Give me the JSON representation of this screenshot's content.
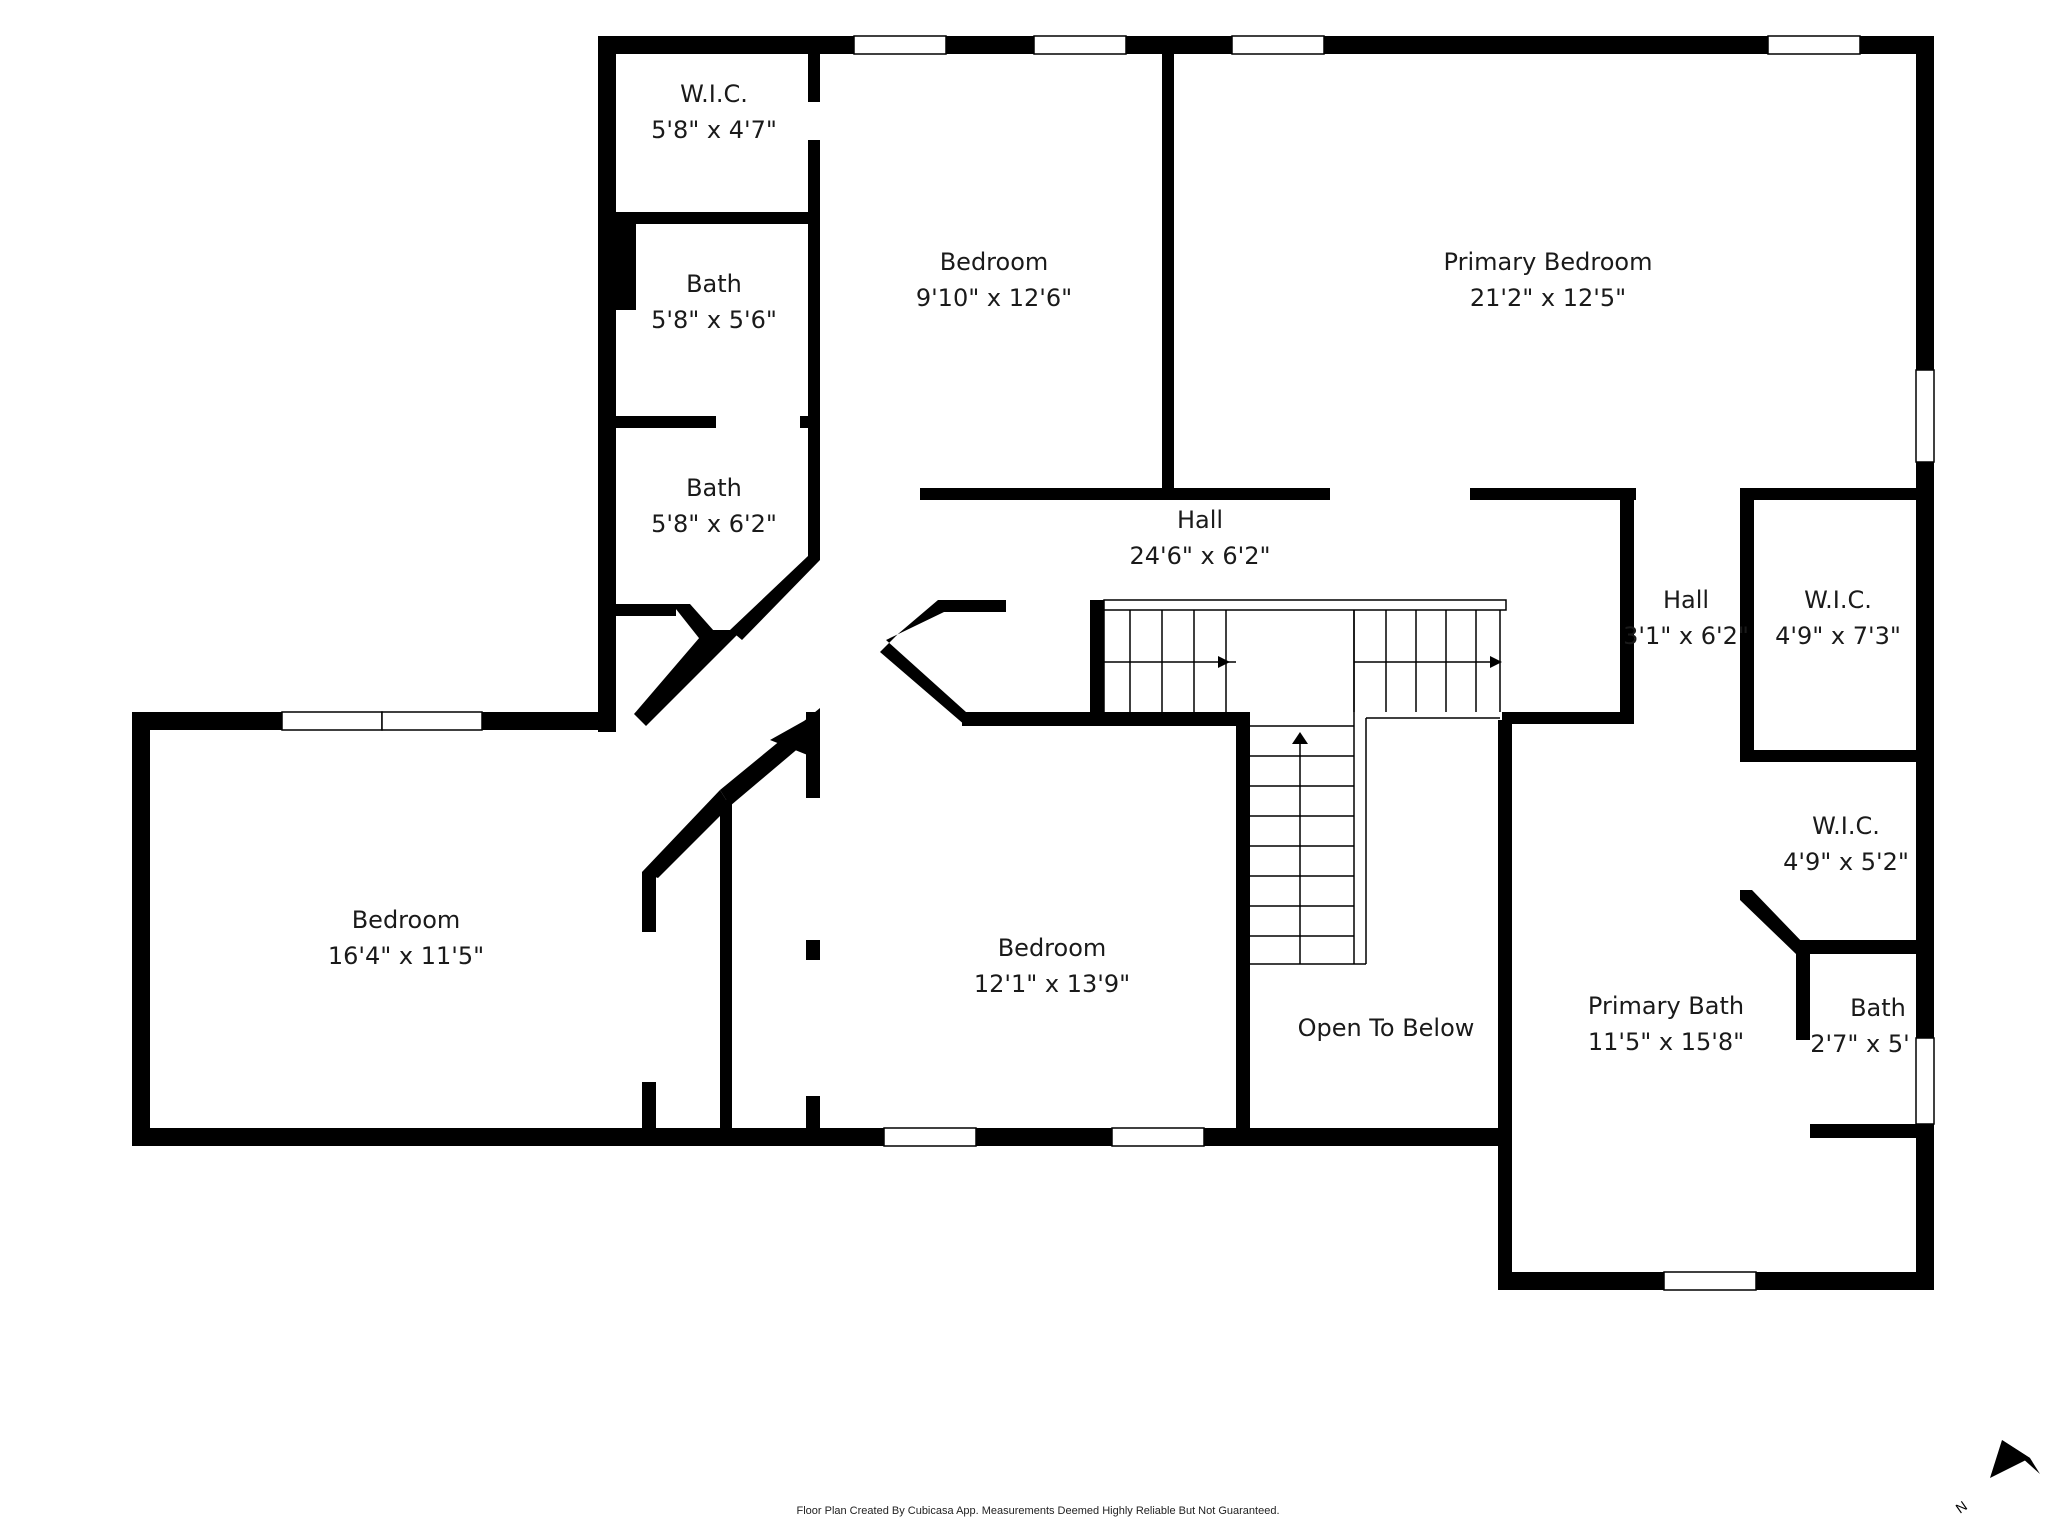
{
  "rooms": [
    {
      "name": "W.I.C.",
      "size": "5'8\" x 4'7\""
    },
    {
      "name": "Bath",
      "size": "5'8\" x 5'6\""
    },
    {
      "name": "Bath",
      "size": "5'8\" x 6'2\""
    },
    {
      "name": "Bedroom",
      "size": "9'10\" x 12'6\""
    },
    {
      "name": "Primary Bedroom",
      "size": "21'2\" x 12'5\""
    },
    {
      "name": "Hall",
      "size": "24'6\" x 6'2\""
    },
    {
      "name": "Hall",
      "size": "3'1\" x 6'2\""
    },
    {
      "name": "W.I.C.",
      "size": "4'9\" x 7'3\""
    },
    {
      "name": "W.I.C.",
      "size": "4'9\" x 5'2\""
    },
    {
      "name": "Bedroom",
      "size": "16'4\" x 11'5\""
    },
    {
      "name": "Bedroom",
      "size": "12'1\" x 13'9\""
    },
    {
      "name": "Open To Below",
      "size": ""
    },
    {
      "name": "Primary Bath",
      "size": "11'5\" x 15'8\""
    },
    {
      "name": "Bath",
      "size": "2'7\" x 5'"
    }
  ],
  "footer": "Floor Plan Created By Cubicasa App. Measurements Deemed Highly Reliable But Not Guaranteed.",
  "compass": "N"
}
